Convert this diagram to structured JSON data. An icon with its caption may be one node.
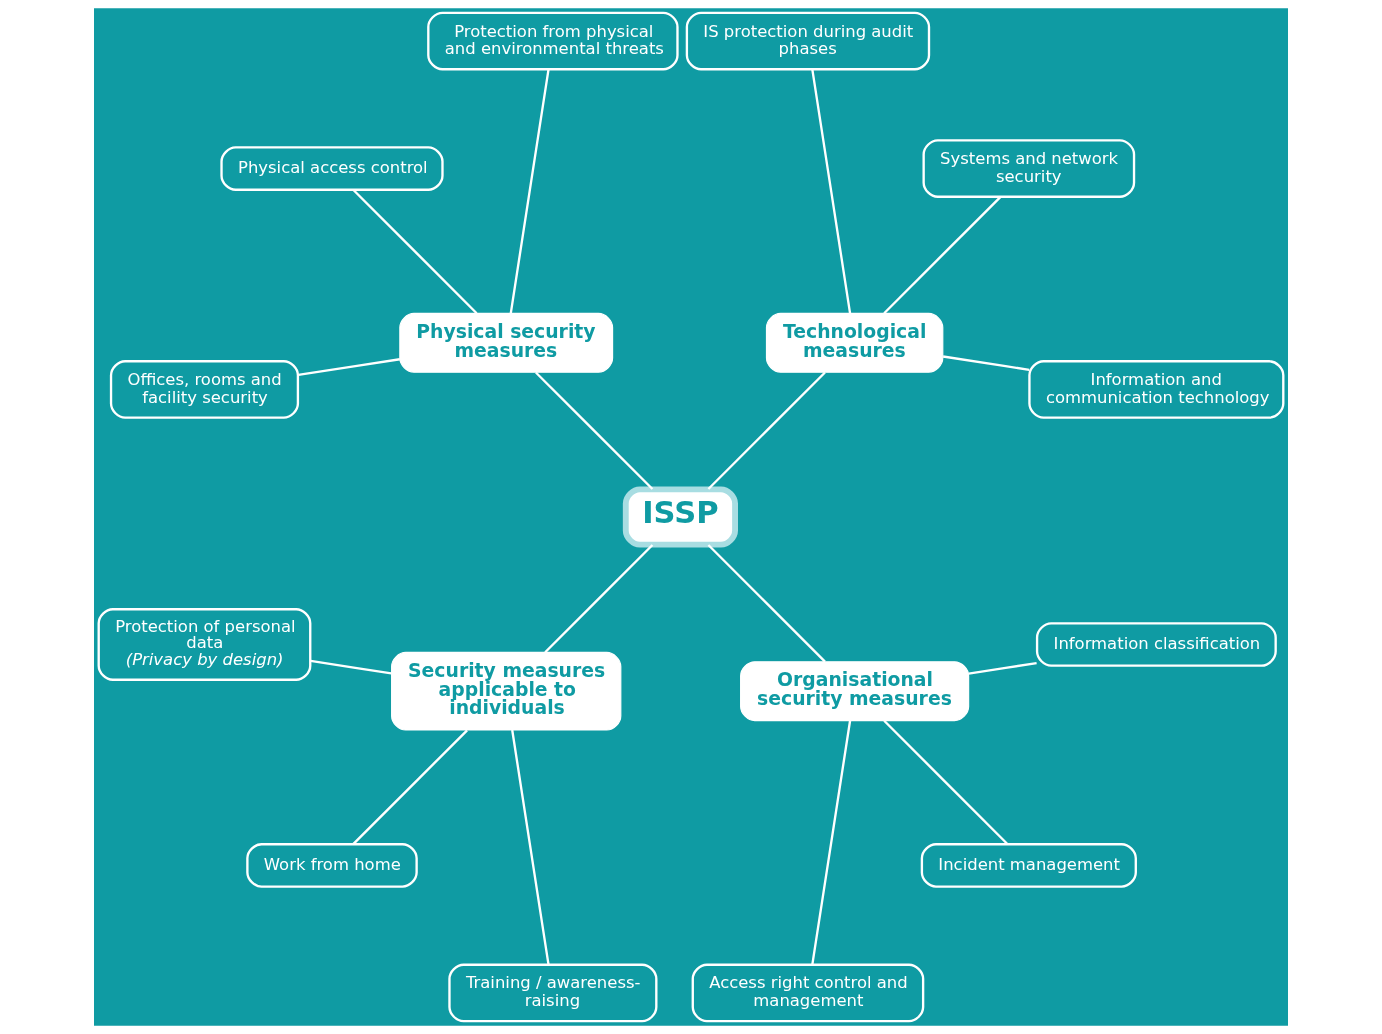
{
  "diagram": {
    "nodes": [
      {
        "text": [
          "ISSP"
        ]
      },
      {
        "text": [
          "Technological measures"
        ]
      },
      {
        "text": [
          "Information and communication technology"
        ]
      },
      {
        "text": [
          "Systems and network security"
        ]
      },
      {
        "text": [
          "IS protection during audit phases"
        ]
      },
      {
        "text": [
          "Physical security measures"
        ]
      },
      {
        "text": [
          "Protection from physical and environmental threats"
        ]
      },
      {
        "text": [
          "Physical access control"
        ]
      },
      {
        "text": [
          "Offices, rooms and facility security"
        ]
      },
      {
        "text": [
          "Security measures applicable to individuals"
        ]
      },
      {
        "text": [
          "Protection of personal data",
          "(Privacy by design)"
        ]
      },
      {
        "text": [
          "Work from home"
        ]
      },
      {
        "text": [
          "Training / awareness-raising"
        ]
      },
      {
        "text": [
          "Organisational security measures"
        ]
      },
      {
        "text": [
          "Access right control and management"
        ]
      },
      {
        "text": [
          "Incident management"
        ]
      },
      {
        "text": [
          "Information classification"
        ]
      }
    ],
    "edges": [
      {
        "from": 0,
        "to": 1,
        "arrow": "none"
      },
      {
        "from": 1,
        "to": 2,
        "arrow": "none"
      },
      {
        "from": 1,
        "to": 3,
        "arrow": "none"
      },
      {
        "from": 1,
        "to": 4,
        "arrow": "none"
      },
      {
        "from": 0,
        "to": 5,
        "arrow": "none"
      },
      {
        "from": 5,
        "to": 6,
        "arrow": "none"
      },
      {
        "from": 5,
        "to": 7,
        "arrow": "none"
      },
      {
        "from": 5,
        "to": 8,
        "arrow": "none"
      },
      {
        "from": 0,
        "to": 9,
        "arrow": "none"
      },
      {
        "from": 9,
        "to": 10,
        "arrow": "none"
      },
      {
        "from": 9,
        "to": 11,
        "arrow": "none"
      },
      {
        "from": 9,
        "to": 12,
        "arrow": "none"
      },
      {
        "from": 0,
        "to": 13,
        "arrow": "none"
      },
      {
        "from": 13,
        "to": 14,
        "arrow": "none"
      },
      {
        "from": 13,
        "to": 15,
        "arrow": "none"
      },
      {
        "from": 13,
        "to": 16,
        "arrow": "none"
      }
    ]
  }
}
